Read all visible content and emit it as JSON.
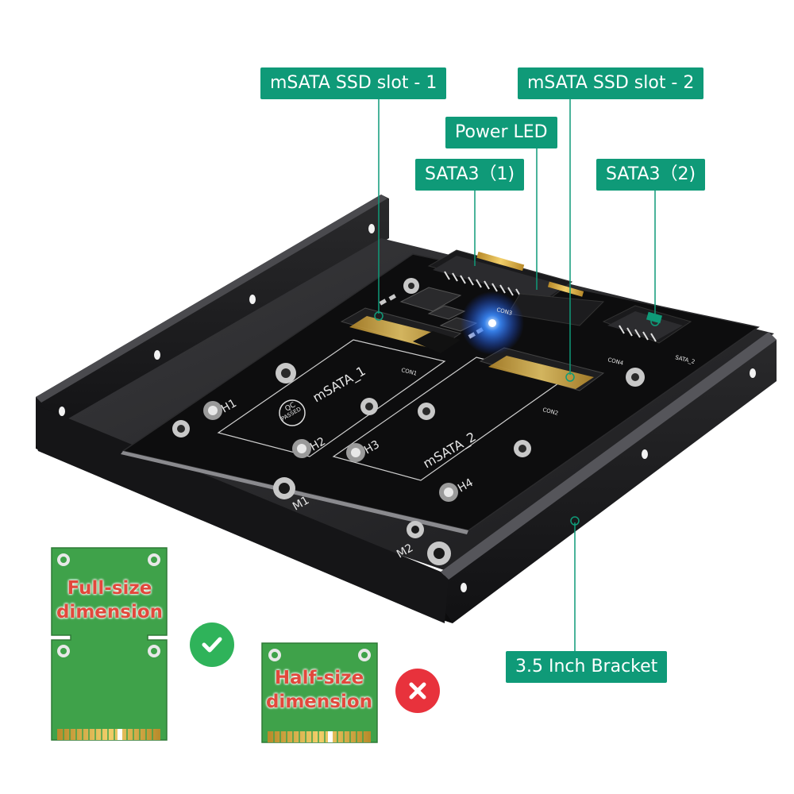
{
  "callouts": {
    "slot1": "mSATA SSD slot - 1",
    "slot2": "mSATA SSD slot - 2",
    "power_led": "Power LED",
    "sata1": "SATA3（1)",
    "sata2": "SATA3（2)",
    "bracket": "3.5 Inch Bracket"
  },
  "board": {
    "msata1": "mSATA_1",
    "msata2": "mSATA_2",
    "qc1": "QC",
    "qc2": "PASSED",
    "h1": "H1",
    "h2": "H2",
    "h3": "H3",
    "h4": "H4",
    "m1": "M1",
    "m2": "M2",
    "con1": "CON1",
    "con2": "CON2",
    "con3": "CON3",
    "con4": "CON4",
    "sata_small": "SATA_2"
  },
  "cards": {
    "full": {
      "label": "Full-size dimension",
      "supported": true
    },
    "half": {
      "label": "Half-size dimension",
      "supported": false
    }
  },
  "colors": {
    "callout_bg": "#0f9a78",
    "card_green": "#3fa24a",
    "check": "#2fb35a",
    "cross": "#e8323c",
    "bracket": "#1b1b1d",
    "pcb": "#0d0d0e"
  }
}
